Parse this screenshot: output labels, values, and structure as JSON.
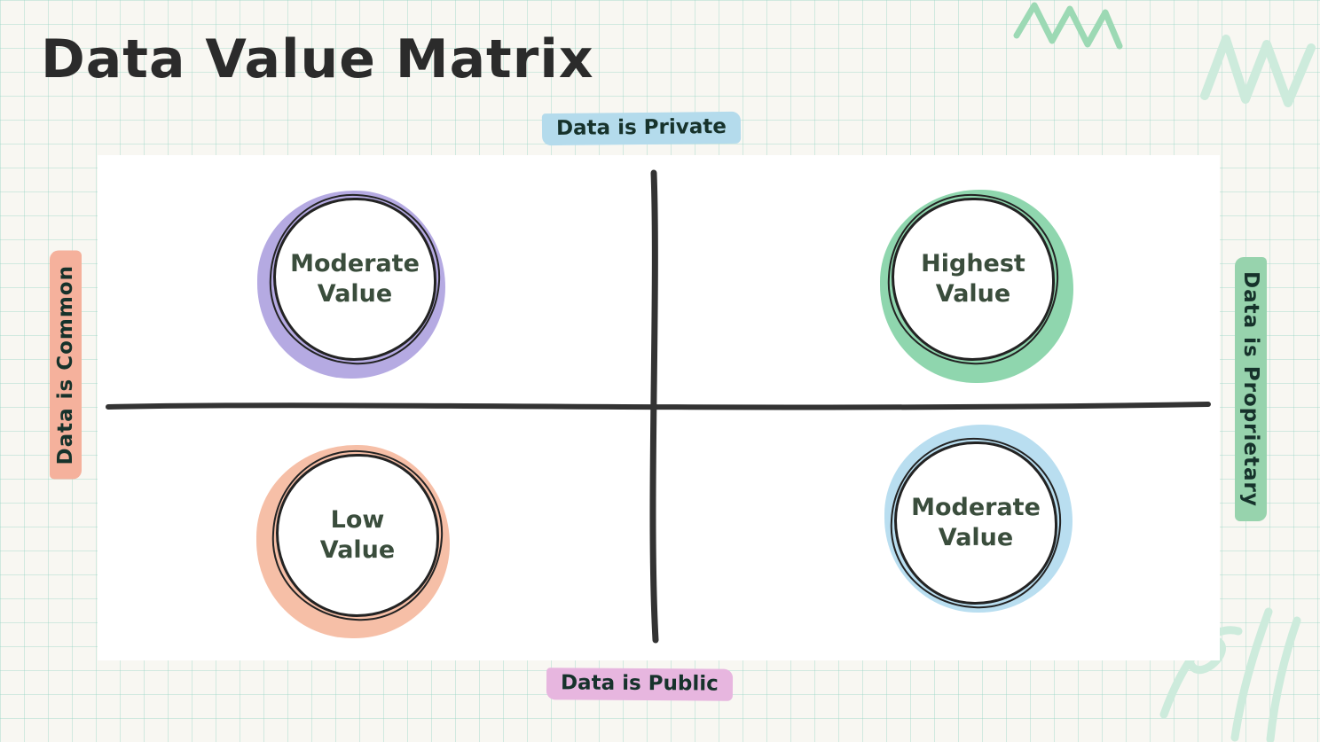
{
  "title": "Data Value Matrix",
  "axis_labels": {
    "top": "Data is Private",
    "bottom": "Data is Public",
    "left": "Data is Common",
    "right": "Data is Proprietary"
  },
  "quadrants": {
    "top_left": {
      "label": "Moderate Value",
      "accent": "#b5aae2"
    },
    "top_right": {
      "label": "Highest Value",
      "accent": "#8fd6ae"
    },
    "bottom_left": {
      "label": "Low Value",
      "accent": "#f6bfa7"
    },
    "bottom_right": {
      "label": "Moderate Value",
      "accent": "#b9def0"
    }
  },
  "highlight_colors": {
    "top": "#b4dbec",
    "bottom": "#e7b6df",
    "left": "#f5b19c",
    "right": "#97d3ad"
  },
  "colors": {
    "background": "#f8f7f2",
    "grid_line": "#9ad4c4",
    "matrix_background": "#ffffff",
    "axis_line": "#333333",
    "title_text": "#2b2b2b",
    "label_text": "#16322b",
    "circle_text": "#3a4d3c",
    "decor_scribble_light": "#cdebdc",
    "decor_scribble_medium": "#9cd9b4"
  }
}
